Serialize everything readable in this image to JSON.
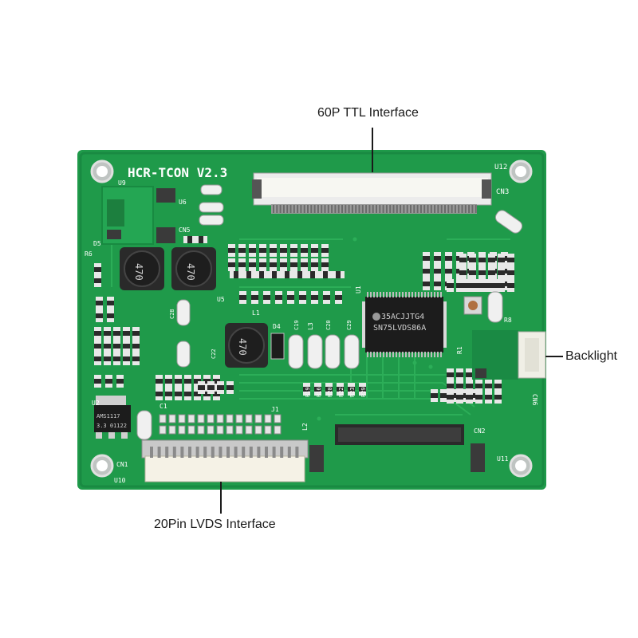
{
  "callouts": {
    "ttl": "60P TTL Interface",
    "backlight": "Backlight",
    "lvds": "20Pin LVDS Interface"
  },
  "board": {
    "title": "HCR-TCON  V2.3",
    "colors": {
      "pcb": "#1f9a4a",
      "pcb_dark": "#17853d",
      "trace": "#2cae58",
      "pad": "#e6e6e6",
      "chip": "#1c1c1c"
    },
    "silkscreen": {
      "u12": "U12",
      "cn3": "CN3",
      "u9": "U9",
      "u6": "U6",
      "cn5": "CN5",
      "d5": "D5",
      "r6": "R6",
      "u5": "U5",
      "d4": "D4",
      "u2": "U2",
      "cn1": "CN1",
      "u10": "U10",
      "j1": "J1",
      "cn2": "CN2",
      "u11": "U11",
      "cn6": "CN6",
      "r8": "R8",
      "r1": "R1",
      "u1": "U1",
      "c1": "C1",
      "l1": "L1",
      "l2": "L2",
      "l3": "L3",
      "c19": "C19",
      "c20": "C20",
      "c29": "C29",
      "c22": "C22",
      "c28": "C28",
      "r19": "R19",
      "r16": "R16",
      "r20": "R20",
      "r22": "R22",
      "r23": "R23",
      "r29": "R29"
    },
    "inductor_1": "470",
    "inductor_2": "470",
    "inductor_3": "470",
    "lvds_chip_line1": "35ACJJTG4",
    "lvds_chip_line2": "SN75LVDS86A",
    "regulator_line1": "AMS1117",
    "regulator_line2": "3.3 01122"
  }
}
